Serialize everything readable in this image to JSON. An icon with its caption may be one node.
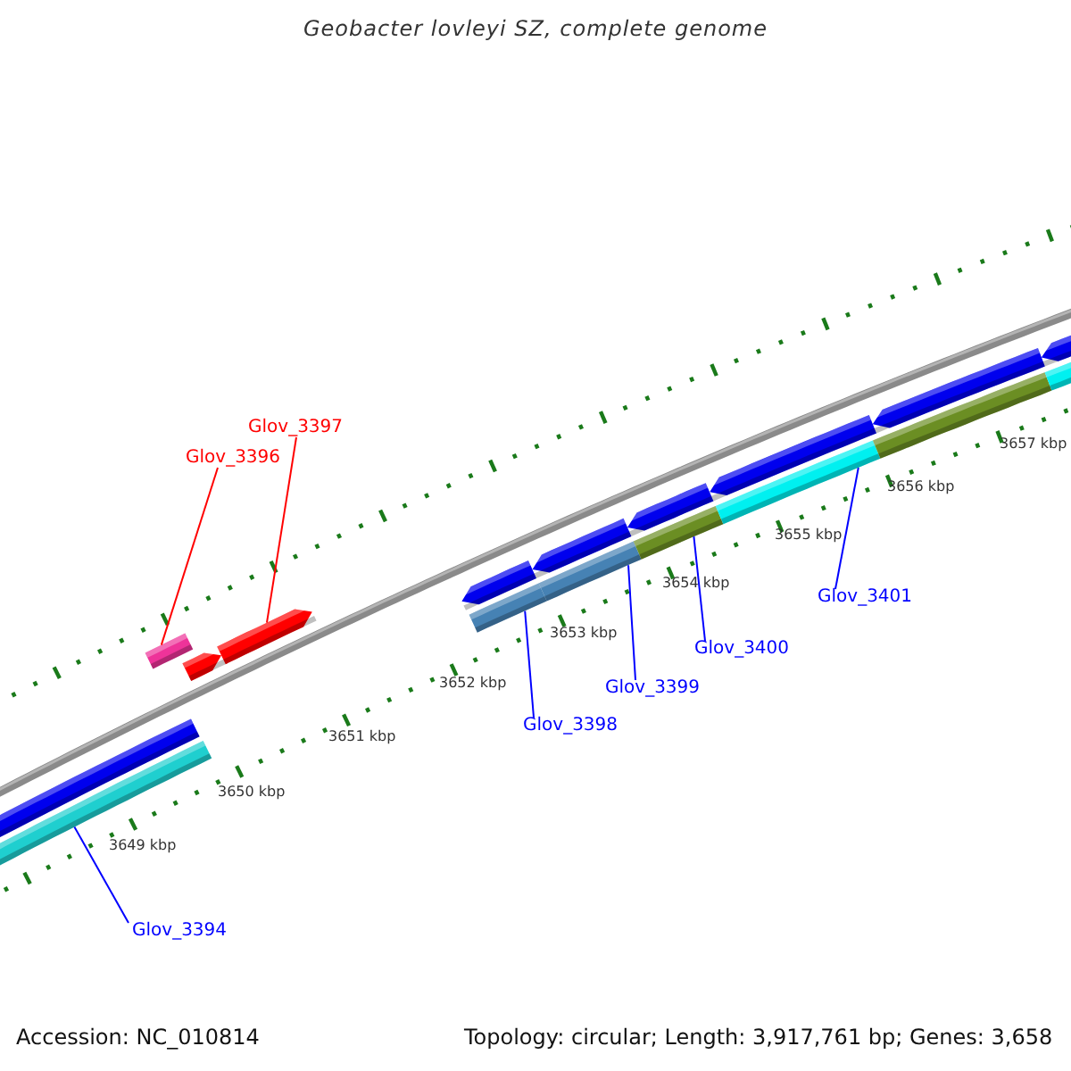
{
  "diagram": {
    "title": "Geobacter lovleyi SZ, complete genome",
    "nodes": [
      {
        "text": [
          "Glov_3397"
        ]
      },
      {
        "text": [
          "Glov_3396"
        ]
      },
      {
        "text": [
          "Glov_3401"
        ]
      },
      {
        "text": [
          "Glov_3400"
        ]
      },
      {
        "text": [
          "Glov_3399"
        ]
      },
      {
        "text": [
          "Glov_3398"
        ]
      },
      {
        "text": [
          "Glov_3394"
        ]
      },
      {
        "text": [],
        "shape": "bar"
      },
      {
        "text": [],
        "shape": "bar"
      },
      {
        "text": [],
        "shape": "bar"
      },
      {
        "text": [],
        "shape": "bar"
      },
      {
        "text": [],
        "shape": "bar"
      },
      {
        "text": [],
        "shape": "bar"
      },
      {
        "text": [],
        "shape": "bar"
      }
    ],
    "edges": [
      {
        "from": 0,
        "to": 8,
        "arrow": "none",
        "color": "#ff0000"
      },
      {
        "from": 1,
        "to": 7,
        "arrow": "none",
        "color": "#ff0000"
      },
      {
        "from": 2,
        "to": 12,
        "arrow": "none"
      },
      {
        "from": 3,
        "to": 11,
        "arrow": "none"
      },
      {
        "from": 4,
        "to": 10,
        "arrow": "none"
      },
      {
        "from": 5,
        "to": 9,
        "arrow": "none"
      },
      {
        "from": 6,
        "to": 13,
        "arrow": "none"
      }
    ],
    "labels": [
      "3657 kbp",
      "3656 kbp",
      "3655 kbp",
      "3654 kbp",
      "3653 kbp",
      "3652 kbp",
      "3651 kbp",
      "3650 kbp",
      "3649 kbp",
      "Accession: NC_010814",
      "Topology: circular; Length: 3,917,761 bp; Genes: 3,658"
    ]
  }
}
